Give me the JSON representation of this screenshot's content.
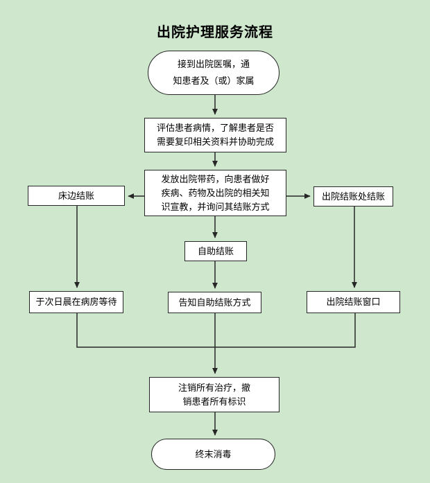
{
  "page": {
    "title": "出院护理服务流程",
    "background_color": "#CFE7CD",
    "node_fill": "#FFFFFF",
    "line_color": "#262626"
  },
  "nodes": {
    "start": {
      "shape": "oval",
      "label": "接到出院医嘱，通\n知患者及（或）家属"
    },
    "assess": {
      "shape": "rect",
      "label": "评估患者病情，了解患者是否\n需要复印相关资料并协助完成"
    },
    "dispense": {
      "shape": "rect",
      "label": "发放出院带药，向患者做好\n疾病、药物及出院的相关知\n识宣教，并询问其结账方式"
    },
    "bedside": {
      "shape": "rect",
      "label": "床边结账"
    },
    "checkout_office": {
      "shape": "rect",
      "label": "出院结账处结账"
    },
    "self_checkout": {
      "shape": "rect",
      "label": "自助结账"
    },
    "wait_ward": {
      "shape": "rect",
      "label": "于次日晨在病房等待"
    },
    "notify_self": {
      "shape": "rect",
      "label": "告知自助结账方式"
    },
    "checkout_window": {
      "shape": "rect",
      "label": "出院结账窗口"
    },
    "cancel_marks": {
      "shape": "rect",
      "label": "注销所有治疗，撤\n销患者所有标识"
    },
    "end": {
      "shape": "oval",
      "label": "终末消毒"
    }
  },
  "edges": [
    {
      "from": "start",
      "to": "assess"
    },
    {
      "from": "assess",
      "to": "dispense"
    },
    {
      "from": "dispense",
      "to": "bedside"
    },
    {
      "from": "dispense",
      "to": "checkout_office"
    },
    {
      "from": "dispense",
      "to": "self_checkout"
    },
    {
      "from": "bedside",
      "to": "wait_ward"
    },
    {
      "from": "self_checkout",
      "to": "notify_self"
    },
    {
      "from": "checkout_office",
      "to": "checkout_window"
    },
    {
      "from": "wait_ward",
      "to": "cancel_marks"
    },
    {
      "from": "notify_self",
      "to": "cancel_marks"
    },
    {
      "from": "checkout_window",
      "to": "cancel_marks"
    },
    {
      "from": "cancel_marks",
      "to": "end"
    }
  ]
}
